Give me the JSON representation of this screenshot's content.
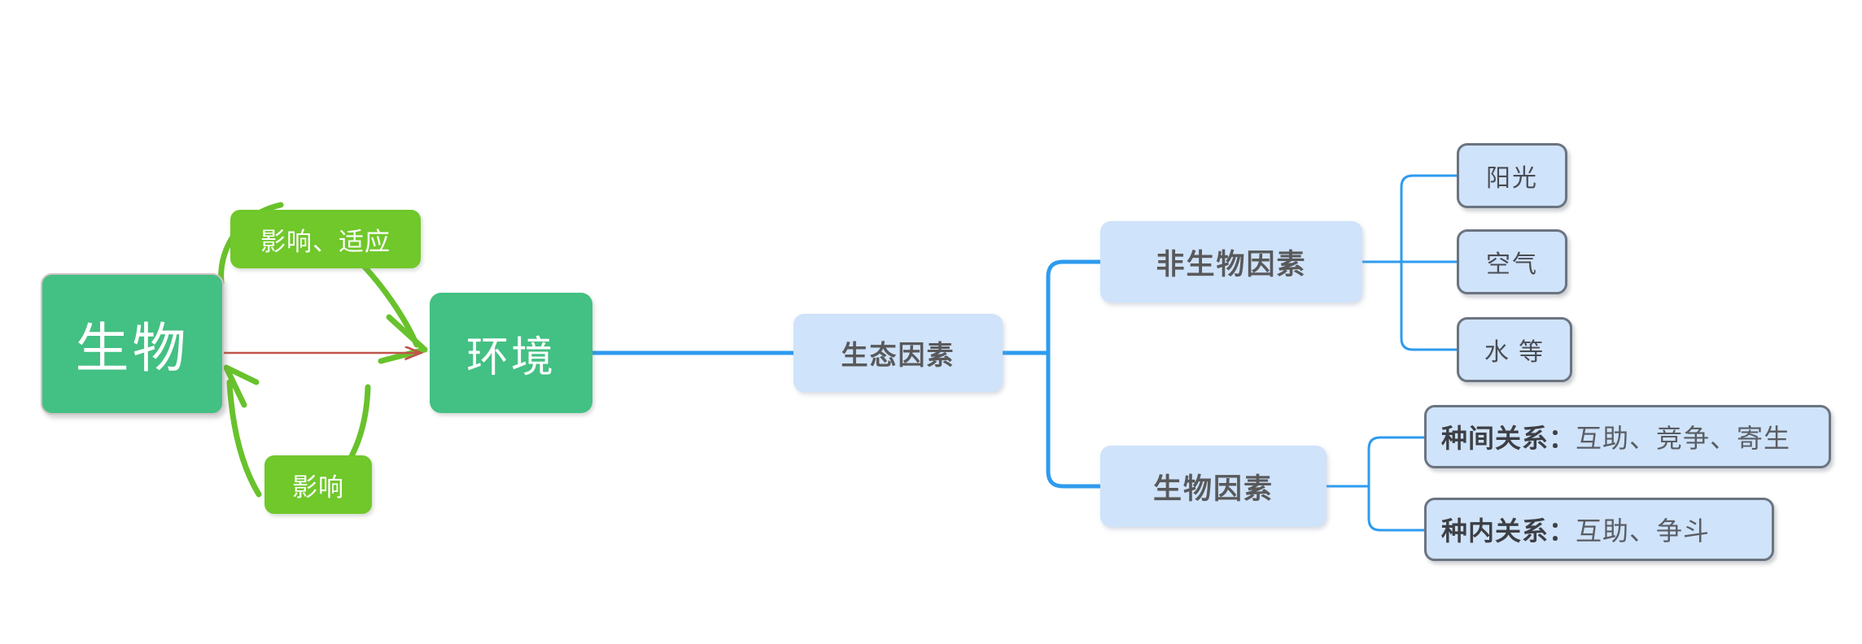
{
  "diagram": {
    "title_text": "",
    "colors": {
      "green_main": "#43c083",
      "green_label": "#70c82b",
      "blue_fill": "#cfe3fa",
      "blue_edge": "#2e9bee",
      "leaf_border": "#6b7480",
      "red_arrow": "#c0544c",
      "green_arrow": "#68c22c",
      "text_dark": "#59595b",
      "text_white": "#ffffff"
    },
    "nodes": {
      "organism": {
        "label": "生物"
      },
      "environment": {
        "label": "环境"
      },
      "influence_adapt": {
        "label": "影响、适应"
      },
      "influence": {
        "label": "影响"
      },
      "ecological_factors": {
        "label": "生态因素"
      },
      "abiotic_factors": {
        "label": "非生物因素"
      },
      "biotic_factors": {
        "label": "生物因素"
      },
      "sunlight": {
        "label": "阳光"
      },
      "air": {
        "label": "空气"
      },
      "water_etc": {
        "label": "水 等"
      },
      "interspecific": {
        "key": "种间关系",
        "sep": "：",
        "value": "互助、竞争、寄生"
      },
      "intraspecific": {
        "key": "种内关系",
        "sep": "：",
        "value": "互助、争斗"
      }
    },
    "edges": [
      {
        "name": "organism-to-environment-red",
        "from": "生物",
        "to": "环境",
        "style": "red-arrow"
      },
      {
        "name": "organism-to-environment-green-upper",
        "from": "生物",
        "to": "环境",
        "label": "影响、适应",
        "style": "green-curve-arrow"
      },
      {
        "name": "environment-to-organism-green-lower",
        "from": "环境",
        "to": "生物",
        "label": "影响",
        "style": "green-curve-arrow"
      },
      {
        "name": "environment-to-ecological-factors",
        "from": "环境",
        "to": "生态因素",
        "style": "blue-line"
      },
      {
        "name": "ecological-to-abiotic",
        "from": "生态因素",
        "to": "非生物因素",
        "style": "blue-bracket"
      },
      {
        "name": "ecological-to-biotic",
        "from": "生态因素",
        "to": "生物因素",
        "style": "blue-bracket"
      },
      {
        "name": "abiotic-to-sunlight",
        "from": "非生物因素",
        "to": "阳光",
        "style": "blue-bracket-thin"
      },
      {
        "name": "abiotic-to-air",
        "from": "非生物因素",
        "to": "空气",
        "style": "blue-bracket-thin"
      },
      {
        "name": "abiotic-to-water",
        "from": "非生物因素",
        "to": "水 等",
        "style": "blue-bracket-thin"
      },
      {
        "name": "biotic-to-interspecific",
        "from": "生物因素",
        "to": "种间关系",
        "style": "blue-bracket-thin"
      },
      {
        "name": "biotic-to-intraspecific",
        "from": "生物因素",
        "to": "种内关系",
        "style": "blue-bracket-thin"
      }
    ]
  }
}
